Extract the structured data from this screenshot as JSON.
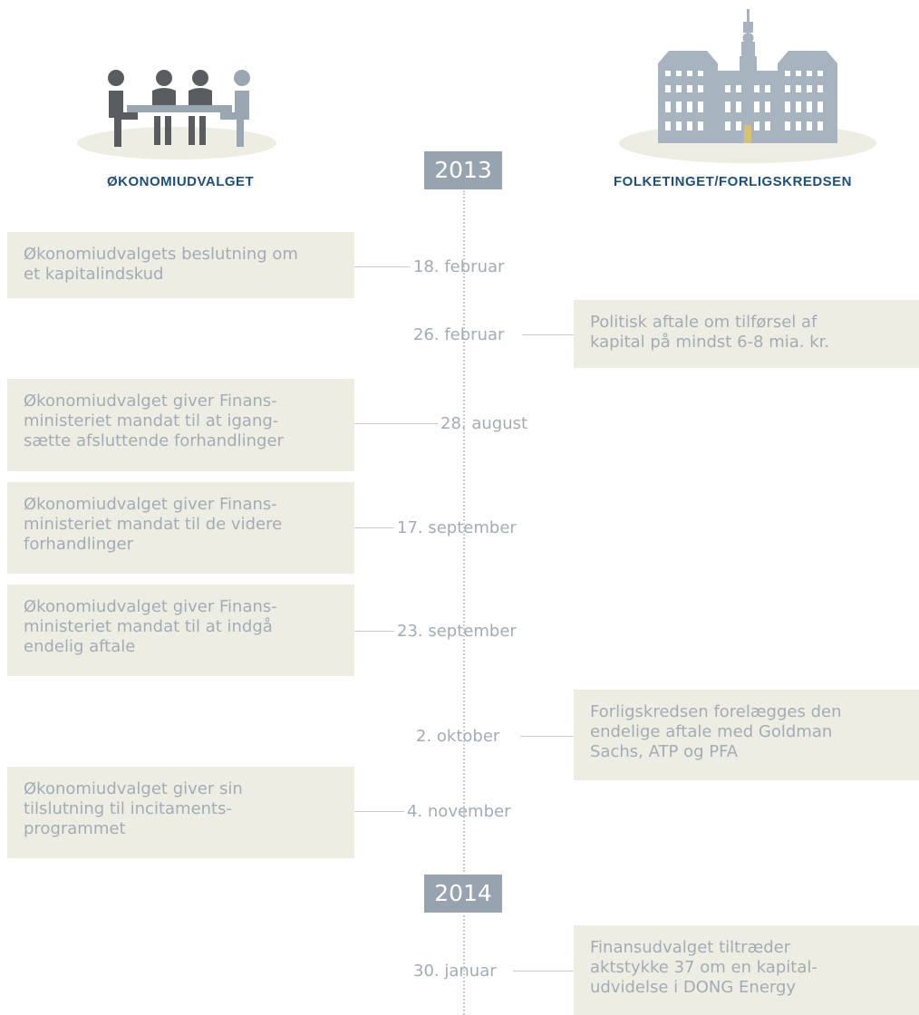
{
  "headers": {
    "left": "ØKONOMIUDVALGET",
    "right": "FOLKETINGET/FORLIGSKREDSEN"
  },
  "years": [
    "2013",
    "2014"
  ],
  "events": [
    {
      "date": "18. februar",
      "side": "left",
      "text": "Økonomiudvalgets beslutning om\net kapitalindskud"
    },
    {
      "date": "26. februar",
      "side": "right",
      "text": "Politisk aftale om tilførsel af\nkapital på mindst 6-8 mia. kr."
    },
    {
      "date": "28. august",
      "side": "left",
      "text": "Økonomiudvalget giver Finans-\nministeriet mandat til at igang-\nsætte afsluttende forhandlinger"
    },
    {
      "date": "17. september",
      "side": "left",
      "text": "Økonomiudvalget giver Finans-\nministeriet mandat til de videre\nforhandlinger"
    },
    {
      "date": "23. september",
      "side": "left",
      "text": "Økonomiudvalget giver Finans-\nministeriet mandat til at indgå\nendelig aftale"
    },
    {
      "date": "2. oktober",
      "side": "right",
      "text": "Forligskredsen forelægges den\nendelige aftale med Goldman\nSachs, ATP og PFA"
    },
    {
      "date": "4. november",
      "side": "left",
      "text": "Økonomiudvalget giver sin\ntilslutning til incitaments-\nprogrammet"
    },
    {
      "date": "30. januar",
      "side": "right",
      "text": "Finansudvalget tiltræder\naktstykke 37 om en kapital-\nudvidelse i DONG Energy"
    }
  ],
  "colors": {
    "header_text": "#1f4e79",
    "year_badge": "#97a4b0",
    "box_fill": "#eeede4",
    "muted_text": "#a3acb4",
    "line": "#c9cdd1",
    "icon_dark": "#5a5d60",
    "icon_slate": "#9aa7b2",
    "building": "#a7b3bf",
    "ground": "#eeede4",
    "door": "#d8c07a"
  },
  "icons": {
    "left": "meeting-table-icon",
    "right": "parliament-building-icon"
  }
}
